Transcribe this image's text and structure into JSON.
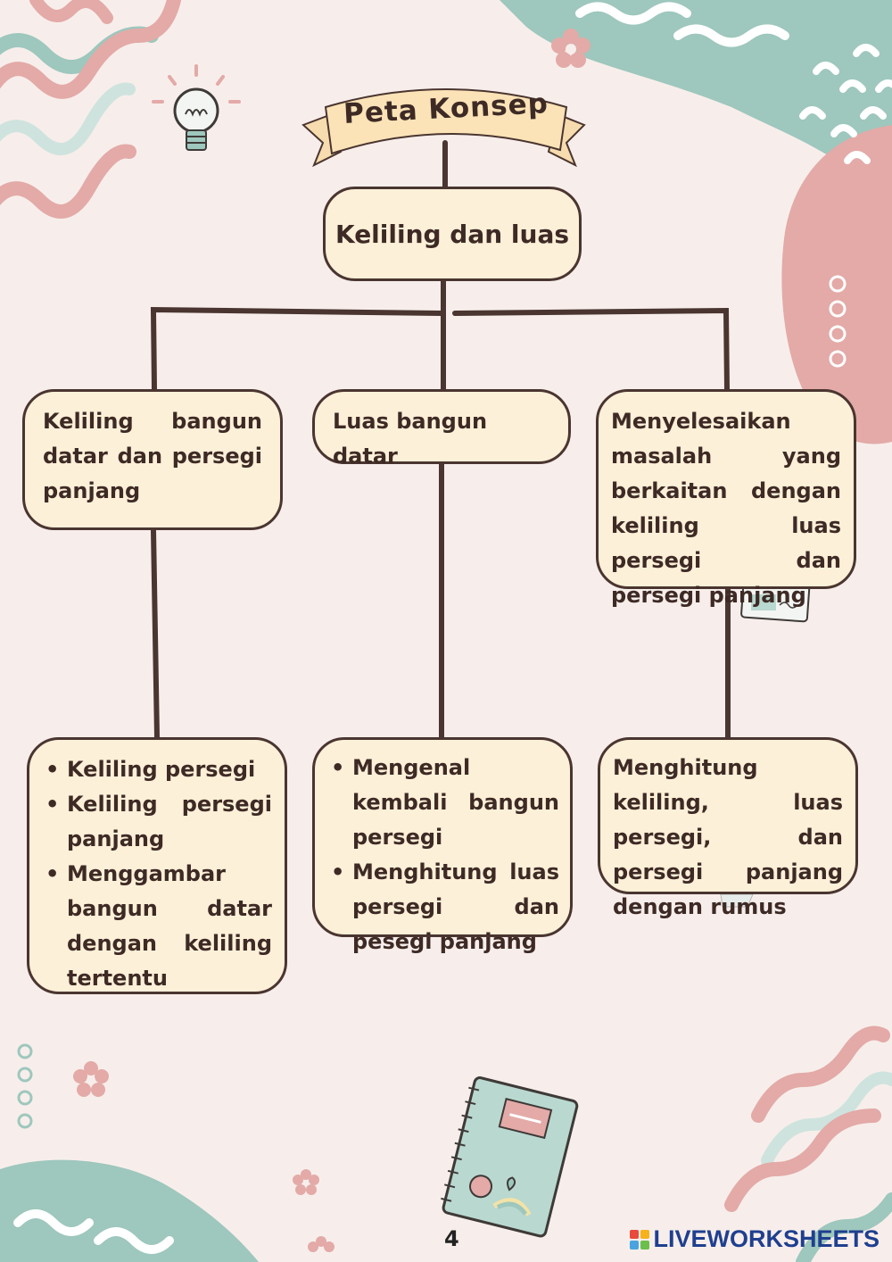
{
  "banner": {
    "title": "Peta Konsep"
  },
  "root": {
    "label": "Keliling dan luas"
  },
  "level2": [
    {
      "label": "Keliling bangun datar dan persegi panjang"
    },
    {
      "label": "Luas bangun datar"
    },
    {
      "label": "Menyelesaikan masalah yang berkaitan dengan keliling luas persegi dan persegi panjang"
    }
  ],
  "level3": {
    "left": {
      "items": [
        "Keliling persegi",
        "Keliling persegi panjang",
        "Menggambar bangun datar dengan keliling tertentu"
      ]
    },
    "middle": {
      "items": [
        "Mengenal kembali bangun persegi",
        "Menghitung luas persegi dan pesegi panjang"
      ]
    },
    "right": {
      "label": "Menghitung keliling, luas persegi, dan persegi panjang dengan rumus"
    }
  },
  "footer": {
    "page_number": "4",
    "brand": "LIVEWORKSHEETS"
  },
  "colors": {
    "teal": "#9ec7bd",
    "pink": "#e3aaa7",
    "cream": "#fdf0d8",
    "outline": "#4a3530",
    "background": "#f7eeeb"
  },
  "icons": [
    "lightbulb-icon",
    "notebook-icon",
    "flower-icon",
    "circle-dots-icon"
  ]
}
